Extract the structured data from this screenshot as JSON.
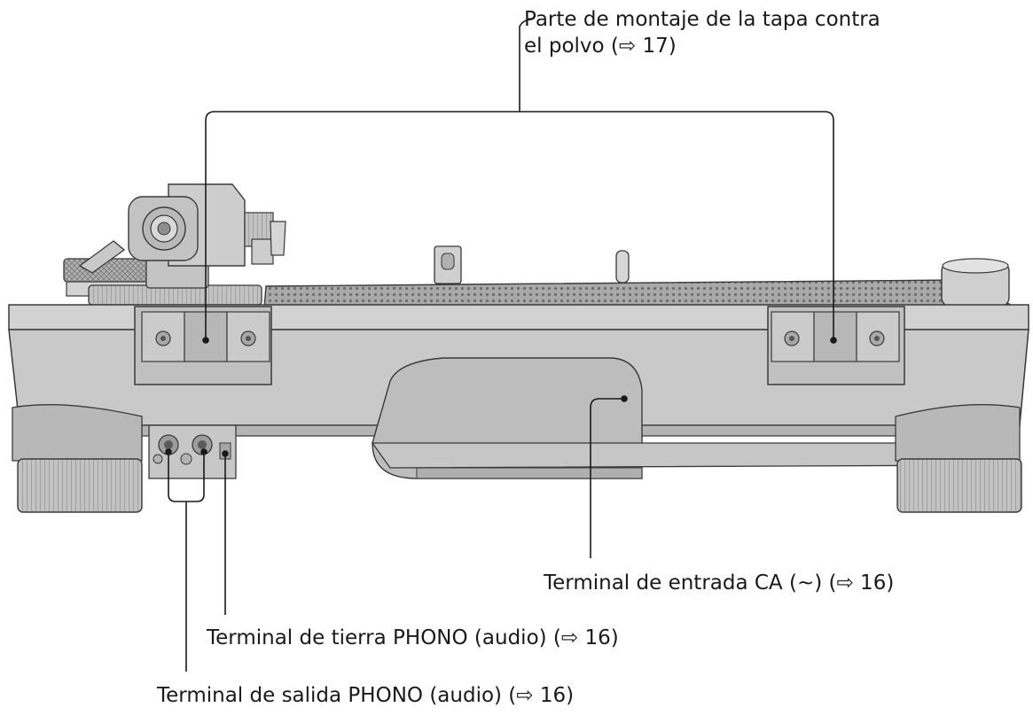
{
  "labels": {
    "dust_cover_line1": "Parte de montaje de la tapa contra",
    "dust_cover_line2": "el polvo (⇨ 17)",
    "ac_input": "Terminal de entrada CA (∼) (⇨ 16)",
    "phono_ground": "Terminal de tierra PHONO (audio) (⇨ 16)",
    "phono_output": "Terminal de salida PHONO (audio) (⇨ 16)"
  },
  "colors": {
    "body": "#cdcdcd",
    "body_dark": "#9b9b9b",
    "outline": "#3a3a3a",
    "platter": "#8f8f8f",
    "callout_line": "#1a1a1a"
  }
}
